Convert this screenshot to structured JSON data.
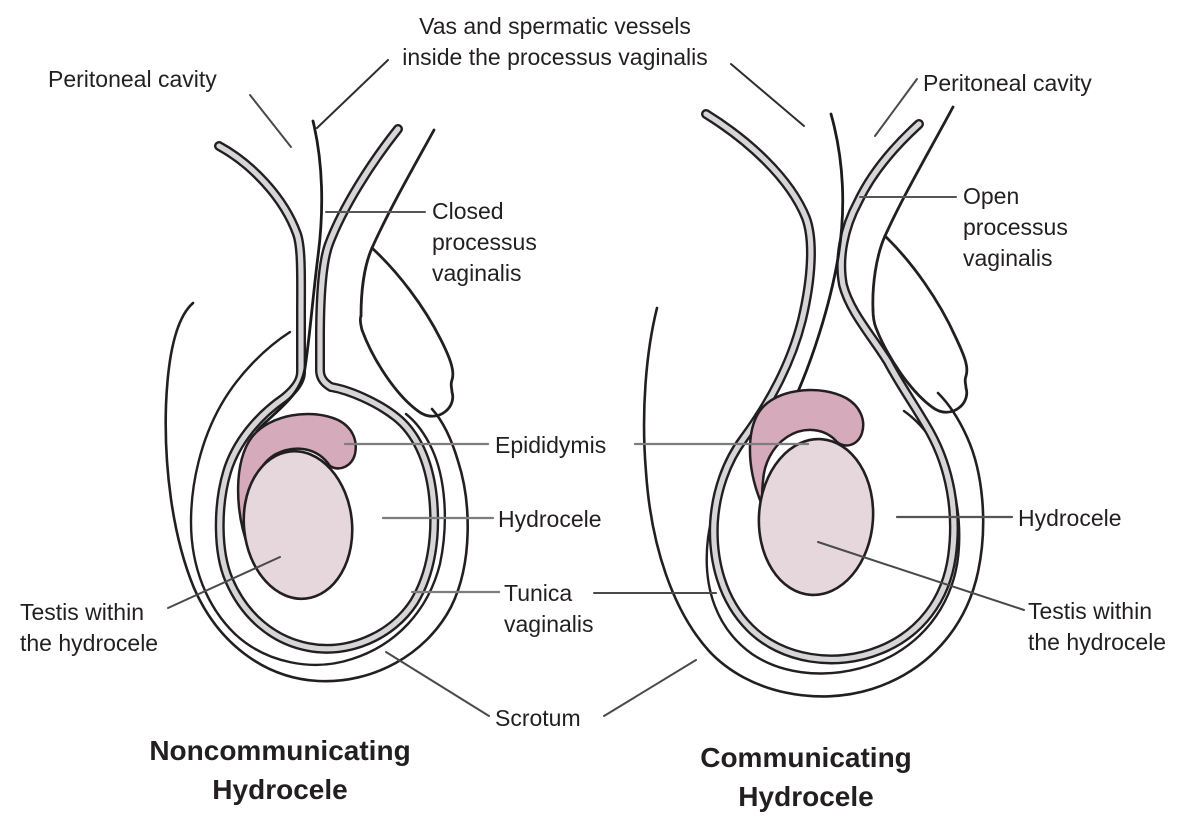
{
  "figure": {
    "background": "#ffffff",
    "outline_color": "#231f20",
    "band_fill": "#d6d6d8",
    "testis_fill": "#e6d7dd",
    "epididymis_fill": "#d5aaba",
    "leader_gray": "#7d7d7d",
    "leader_dark": "#4a4a4a"
  },
  "labels": {
    "peritoneal_left": "Peritoneal cavity",
    "peritoneal_right": "Peritoneal cavity",
    "vas_line1": "Vas and spermatic vessels",
    "vas_line2": "inside the processus vaginalis",
    "closed_line1": "Closed",
    "closed_line2": "processus",
    "closed_line3": "vaginalis",
    "open_line1": "Open",
    "open_line2": "processus",
    "open_line3": "vaginalis",
    "epididymis": "Epididymis",
    "hydrocele_center": "Hydrocele",
    "hydrocele_right": "Hydrocele",
    "tunica_line1": "Tunica",
    "tunica_line2": "vaginalis",
    "testis_left_line1": "Testis within",
    "testis_left_line2": "the hydrocele",
    "testis_right_line1": "Testis within",
    "testis_right_line2": "the hydrocele",
    "scrotum": "Scrotum",
    "title_left_line1": "Noncommunicating",
    "title_left_line2": "Hydrocele",
    "title_right_line1": "Communicating",
    "title_right_line2": "Hydrocele"
  }
}
